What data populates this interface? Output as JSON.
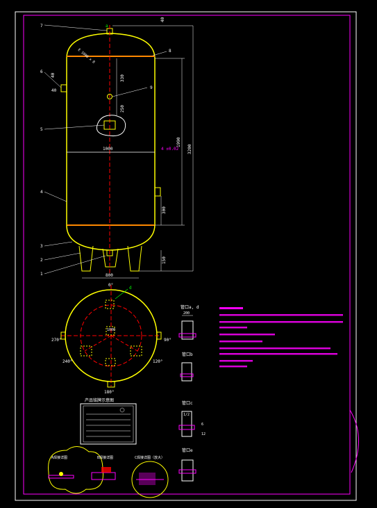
{
  "callouts": {
    "c1": "1",
    "c2": "2",
    "c3": "3",
    "c4": "4",
    "c5": "5",
    "c6": "6",
    "c7": "7",
    "c8": "8",
    "c9": "9",
    "c10": "a"
  },
  "dims": {
    "top_ext": "40",
    "nozzle_upper": "40",
    "nozzle_small": "40",
    "inspection_dist": "330",
    "inspection_lower": "250",
    "center_width": "1000",
    "shell_length": "1990",
    "overall_height": "3200",
    "lower_nozzle": "300",
    "leg_height": "150",
    "base_width": "800",
    "head_label": "E 1000 x 8",
    "level_mark": "4 ±0.02"
  },
  "plan": {
    "angle_top": "0°",
    "angle_bottom": "180°",
    "angle_left": "270°",
    "angle_right": "90°",
    "angle_lower_left": "240°",
    "angle_lower_right": "120°",
    "center_label": "1000",
    "top_note": "d"
  },
  "nameplate": {
    "title": "产品铭牌示意图"
  },
  "details": {
    "d1_title": "管口a, d",
    "d2_title": "管口b",
    "d3_title": "管口c",
    "d4_title": "管口e",
    "d1_dim": "200",
    "d3_dim": "6",
    "d3_dim2": "1/2",
    "d3_dim3": "12",
    "weld_a_title": "A焊接详图",
    "weld_b_title": "B焊接详图",
    "weld_c_title": "C焊接详图（放大）"
  },
  "colors": {
    "frame": "#ff00ff",
    "outline": "#ffff00",
    "center": "#ff0000",
    "dim": "#ffffff",
    "hatch": "#ff00ff",
    "notes": "#ff00ff"
  }
}
